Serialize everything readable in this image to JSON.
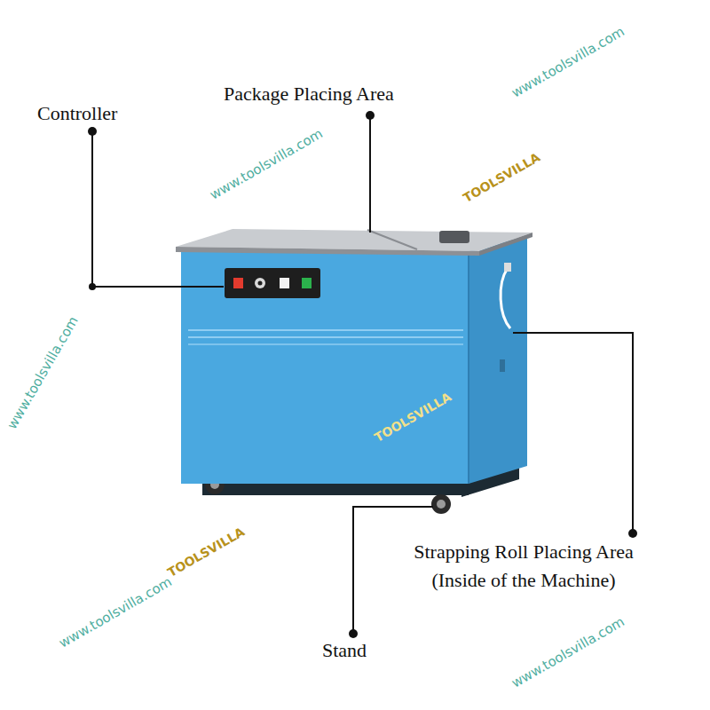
{
  "diagram": {
    "labels": [
      "Package Placing Area",
      "Controller",
      "Strapping Roll Placing Area (Inside of the Machine)",
      "Stand",
      "www.toolsvilla.com",
      "www.toolsvilla.com",
      "www.toolsvilla.com",
      "www.toolsvilla.com",
      "www.toolsvilla.com",
      "TOOLSVILLA",
      "TOOLSVILLA",
      "TOOLSVILLA"
    ]
  }
}
